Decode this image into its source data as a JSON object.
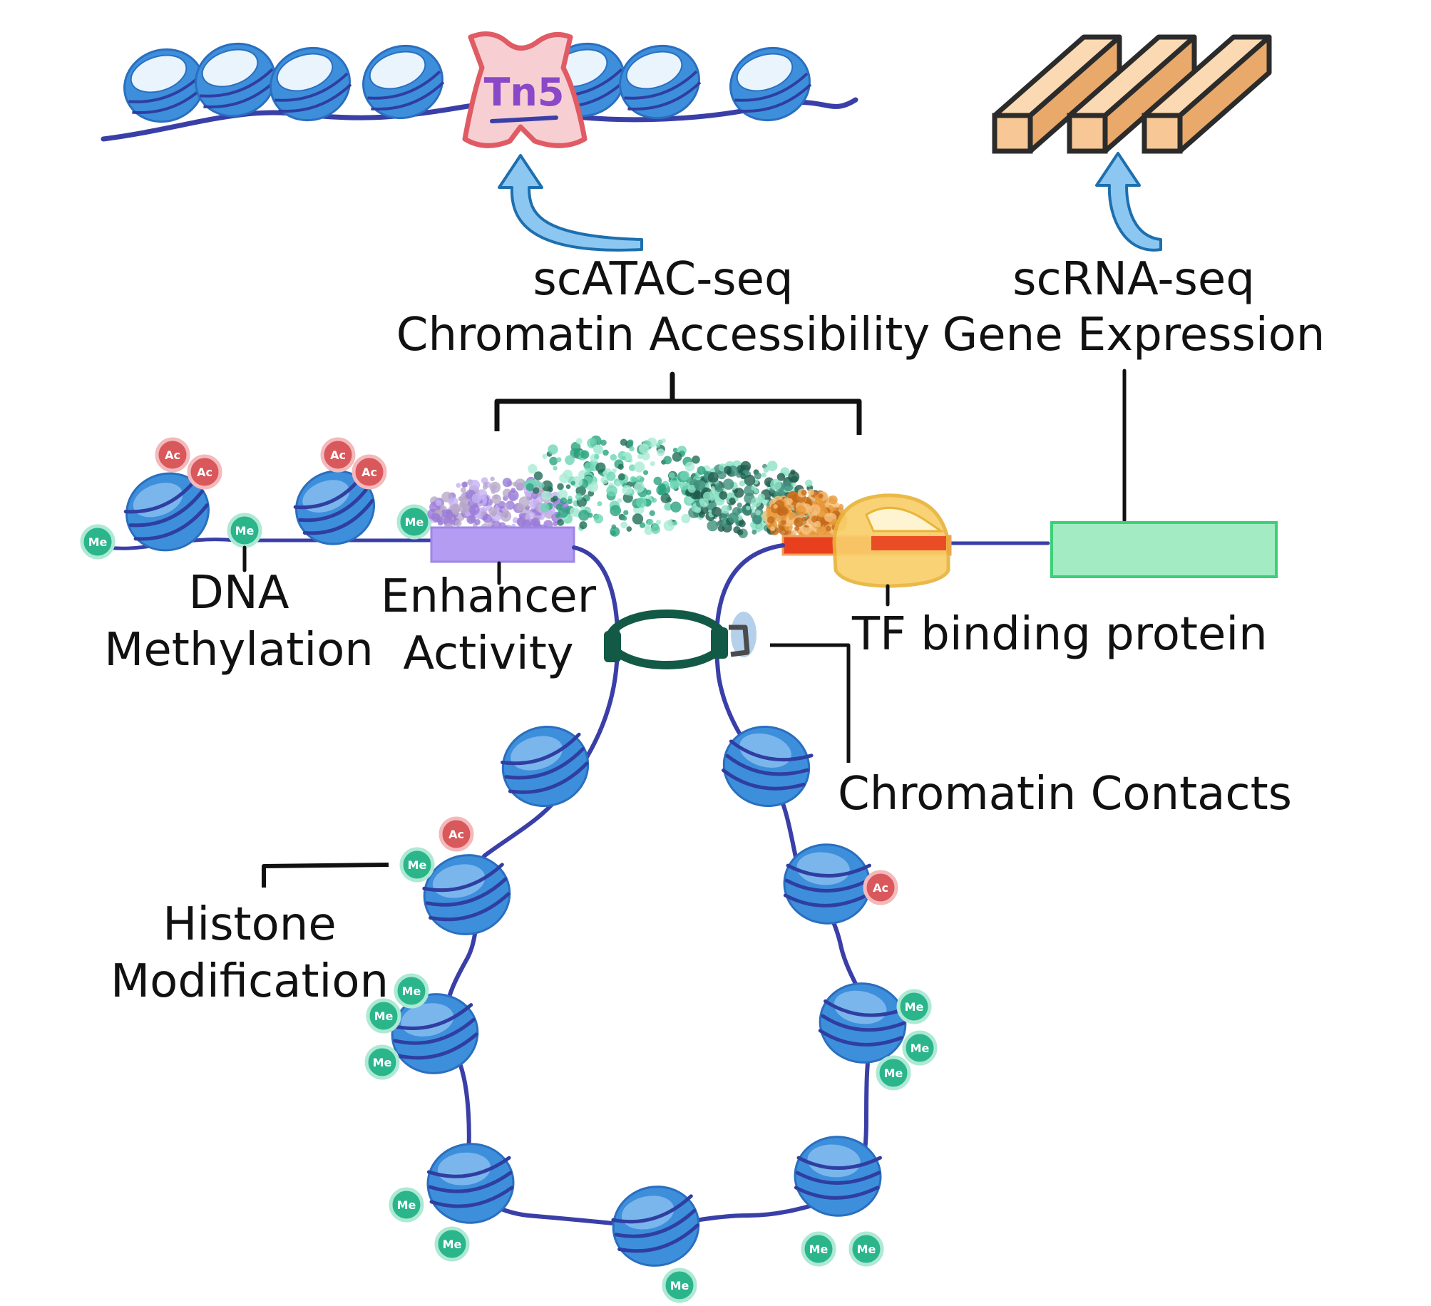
{
  "labels": {
    "scatac_method": "scATAC-seq",
    "scatac_measure": "Chromatin Accessibility",
    "scrna_method": "scRNA-seq",
    "scrna_measure": "Gene Expression",
    "dna_line1": "DNA",
    "dna_line2": "Methylation",
    "enhancer_line1": "Enhancer",
    "enhancer_line2": "Activity",
    "tf_binding": "TF binding protein",
    "chromatin_contacts": "Chromatin Contacts",
    "histone_line1": "Histone",
    "histone_line2": "Modification"
  },
  "tn5": {
    "label": "Tn5"
  },
  "marks": {
    "acetyl": "Ac",
    "methyl": "Me"
  },
  "colors": {
    "dna_strand": "#3a3fa8",
    "nucleosome": "#3d8fdc",
    "nucleosome_wrap": "#2f3ea0",
    "acetyl_mark": "#d9585c",
    "methyl_mark": "#2bb58a",
    "enhancer": "#b39cf2",
    "gene_box": "#a3ebc3",
    "gene_box_border": "#3ccf78",
    "tn5_fill": "#f7cfd3",
    "tn5_border": "#e05b63",
    "tn5_text": "#8a48c8",
    "tf_protein": "#f9cf6a",
    "tf_site": "#e8401f",
    "cohesin_ring": "#125a46",
    "arrow_fill": "#8cc7f2",
    "arrow_stroke": "#1d6fae",
    "rna_bar_fill": "#f8c796",
    "rna_bar_stroke": "#2b2b2b"
  }
}
